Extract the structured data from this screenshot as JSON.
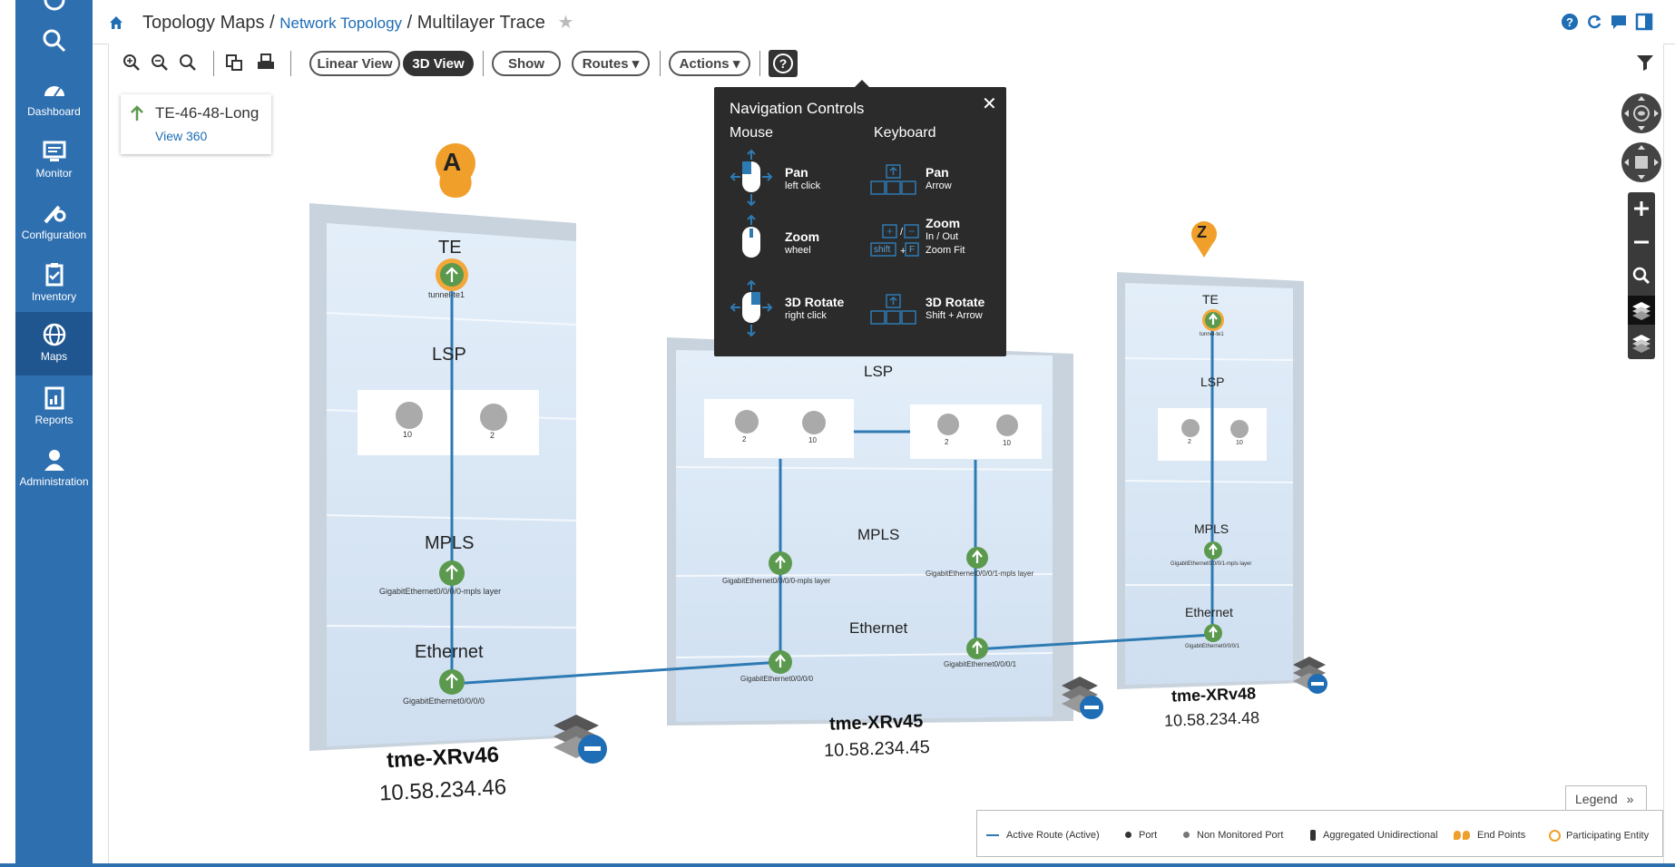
{
  "nav": {
    "items": [
      {
        "label": ""
      },
      {
        "label": "Dashboard"
      },
      {
        "label": "Monitor"
      },
      {
        "label": "Configuration"
      },
      {
        "label": "Inventory"
      },
      {
        "label": "Maps"
      },
      {
        "label": "Reports"
      },
      {
        "label": "Administration"
      }
    ]
  },
  "breadcrumb": {
    "root": "Topology Maps",
    "sep": "/",
    "link": "Network Topology",
    "current": "Multilayer Trace"
  },
  "toolbar": {
    "linear_view": "Linear View",
    "view_3d": "3D View",
    "show": "Show",
    "routes": "Routes ▾",
    "actions": "Actions ▾",
    "help": "?"
  },
  "trace": {
    "name": "TE-46-48-Long",
    "link": "View 360"
  },
  "nav_controls": {
    "title": "Navigation Controls",
    "mouse": "Mouse",
    "keyboard": "Keyboard",
    "mouse_pan": "Pan",
    "mouse_pan_sub": "left click",
    "mouse_zoom": "Zoom",
    "mouse_zoom_sub": "wheel",
    "mouse_rotate": "3D Rotate",
    "mouse_rotate_sub": "right click",
    "kb_pan": "Pan",
    "kb_pan_sub": "Arrow",
    "kb_zoom": "Zoom",
    "kb_zoom_sub1": "In / Out",
    "kb_zoom_sub2": "Zoom Fit",
    "kb_rotate": "3D Rotate",
    "kb_rotate_sub": "Shift + Arrow",
    "shift": "shift",
    "f": "F",
    "close": "✕"
  },
  "markers": {
    "a": "A",
    "z": "Z"
  },
  "devices": [
    {
      "name": "tme-XRv46",
      "ip": "10.58.234.46",
      "te": "TE",
      "tunnel": "tunnel-te1",
      "lsp": "LSP",
      "mpls": "MPLS",
      "eth": "Ethernet",
      "mpls_if": "GigabitEthernet0/0/0/0-mpls layer",
      "eth_if": "GigabitEthernet0/0/0/0",
      "lsp_ports": [
        "10",
        "2"
      ]
    },
    {
      "name": "tme-XRv45",
      "ip": "10.58.234.45",
      "lsp": "LSP",
      "mpls": "MPLS",
      "eth": "Ethernet",
      "mpls_if1": "GigabitEthernet0/0/0/0-mpls layer",
      "mpls_if2": "GigabitEthernet0/0/0/1-mpls layer",
      "eth_if1": "GigabitEthernet0/0/0/0",
      "eth_if2": "GigabitEthernet0/0/0/1",
      "lsp_ports": [
        "2",
        "10",
        "2",
        "10"
      ]
    },
    {
      "name": "tme-XRv48",
      "ip": "10.58.234.48",
      "te": "TE",
      "tunnel": "tunnel-te1",
      "lsp": "LSP",
      "mpls": "MPLS",
      "eth": "Ethernet",
      "mpls_if": "GigabitEthernet0/0/0/1-mpls layer",
      "eth_if": "GigabitEthernet0/0/0/1",
      "lsp_ports": [
        "2",
        "10"
      ]
    }
  ],
  "legend": {
    "title": "Legend",
    "active_route": "Active Route (Active)",
    "port": "Port",
    "non_monitored": "Non Monitored Port",
    "aggregated": "Aggregated Unidirectional",
    "end_points": "End Points",
    "participating": "Participating Entity"
  },
  "colors": {
    "nav": "#2e6fb0",
    "nav_active": "#1f5690",
    "route": "#2e7ab3",
    "node": "#5b9a4e",
    "marker": "#f0a02a",
    "panel": "#d9e7f5"
  }
}
